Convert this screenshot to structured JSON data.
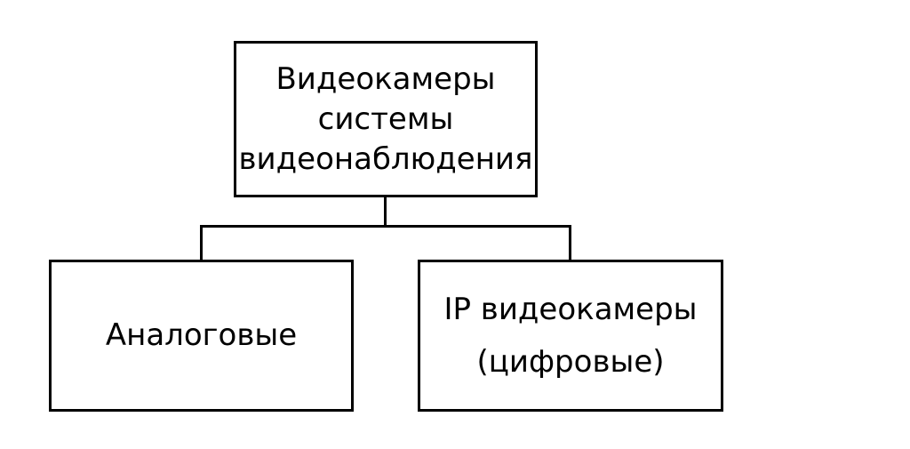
{
  "diagram": {
    "root": {
      "lines": [
        "Видеокамеры",
        "системы",
        "видеонаблюдения"
      ]
    },
    "children": [
      {
        "id": "analog",
        "lines": [
          "Аналоговые"
        ]
      },
      {
        "id": "ip-digital",
        "lines": [
          "IP видеокамеры",
          "(цифровые)"
        ]
      }
    ]
  },
  "colors": {
    "line": "#000000",
    "text": "#000000",
    "background": "#ffffff"
  }
}
